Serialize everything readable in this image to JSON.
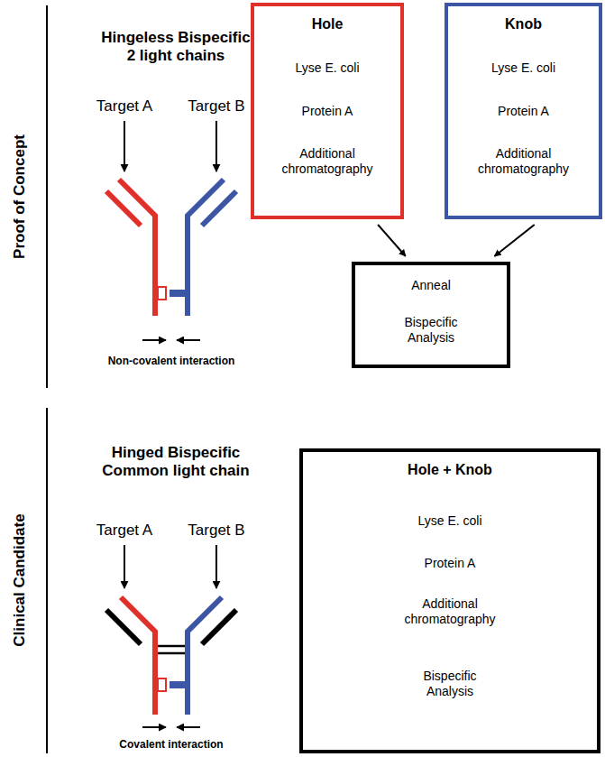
{
  "diagram": {
    "nodes": [
      {
        "text": [
          "Hole"
        ]
      },
      {
        "text": [
          "Lyse E. coli"
        ],
        "in": 0
      },
      {
        "text": [
          "Protein A"
        ],
        "in": 0
      },
      {
        "text": [
          "Additional chromatography"
        ],
        "in": 0
      },
      {
        "text": [
          "Knob"
        ]
      },
      {
        "text": [
          "Lyse E. coli"
        ],
        "in": 4
      },
      {
        "text": [
          "Protein A"
        ],
        "in": 4
      },
      {
        "text": [
          "Additional chromatography"
        ],
        "in": 4
      },
      {
        "text": []
      },
      {
        "text": [
          "Anneal"
        ],
        "in": 8
      },
      {
        "text": [
          "Bispecific Analysis"
        ],
        "in": 8
      },
      {
        "text": [
          "Hole + Knob"
        ]
      },
      {
        "text": [
          "Lyse E. coli"
        ],
        "in": 11
      },
      {
        "text": [
          "Protein A"
        ],
        "in": 11
      },
      {
        "text": [
          "Additional chromatography"
        ],
        "in": 11
      },
      {
        "text": [
          "Bispecific Analysis"
        ],
        "in": 11
      }
    ],
    "edges": [
      {
        "from": 1,
        "to": 2,
        "arrow": "to"
      },
      {
        "from": 2,
        "to": 3,
        "arrow": "to"
      },
      {
        "from": 5,
        "to": 6,
        "arrow": "to"
      },
      {
        "from": 6,
        "to": 7,
        "arrow": "to"
      },
      {
        "from": 0,
        "to": 8,
        "arrow": "to"
      },
      {
        "from": 4,
        "to": 8,
        "arrow": "to"
      },
      {
        "from": 9,
        "to": 10,
        "arrow": "to"
      },
      {
        "from": 12,
        "to": 13,
        "arrow": "to"
      },
      {
        "from": 13,
        "to": 14,
        "arrow": "to"
      },
      {
        "from": 14,
        "to": 15,
        "arrow": "to"
      }
    ],
    "labels": [
      "Proof of Concept",
      "Hingeless Bispecific 2 light chains",
      "Target A",
      "Target B",
      "Non-covalent interaction",
      "Clinical Candidate",
      "Hinged Bispecific Common light chain",
      "Target A",
      "Target B",
      "Covalent interaction"
    ]
  }
}
